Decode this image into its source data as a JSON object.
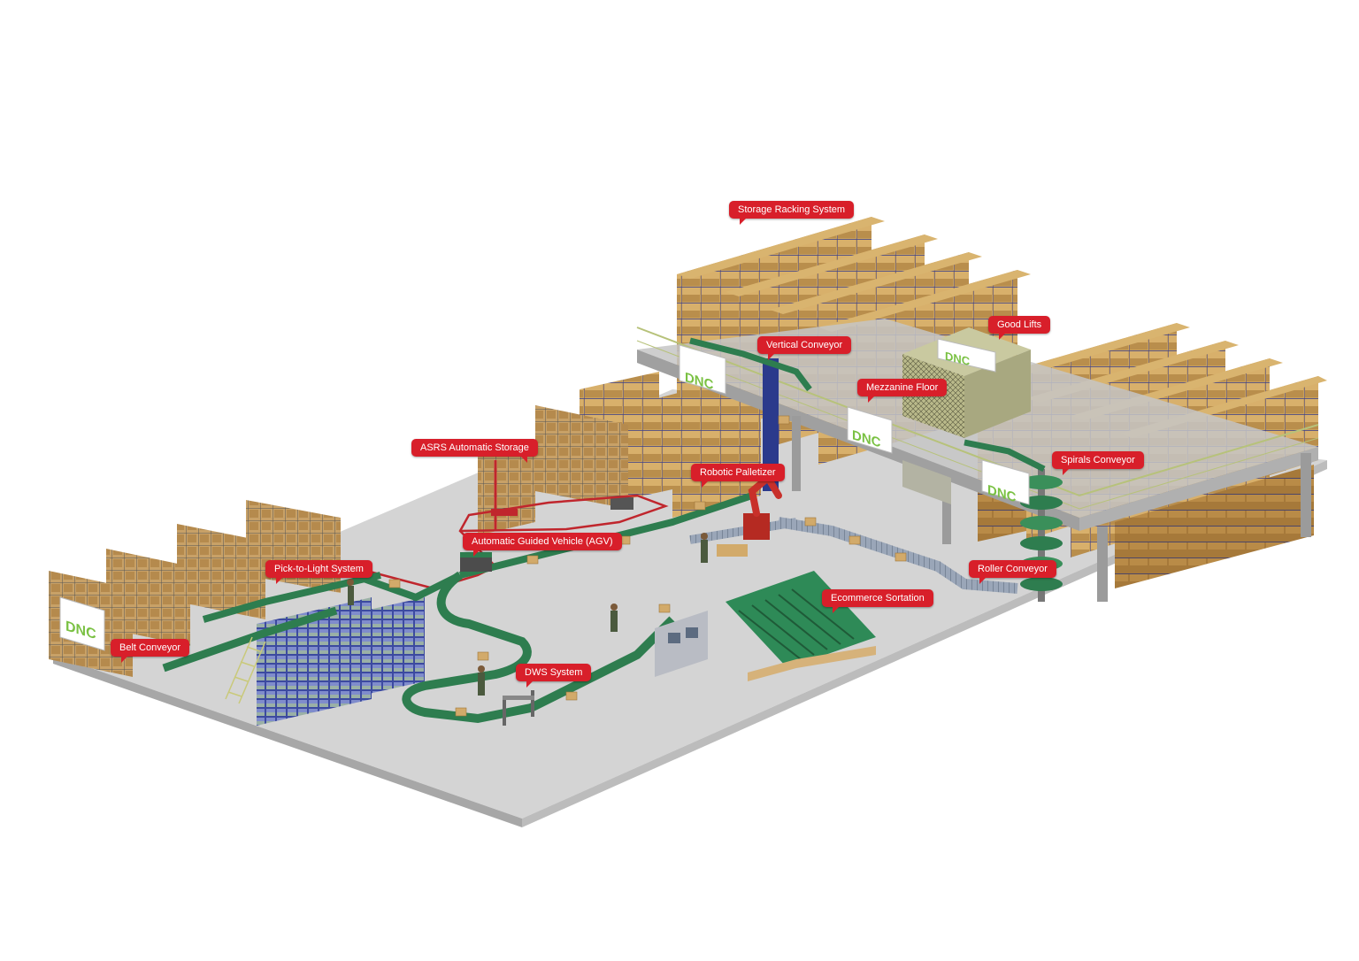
{
  "colors": {
    "callout_bg": "#d81f2a",
    "callout_text": "#ffffff",
    "floor": "#d4d4d4",
    "floor_edge": "#a7a7a7",
    "box": "#c9a15c",
    "box_dark": "#9e7639",
    "rack_frame": "#3a3f8f",
    "conveyor": "#2e7d4f",
    "conveyor_dark": "#1f5a38",
    "mezzanine": "#bdbdbd",
    "agv_path": "#c0262d",
    "logo_green": "#7ac143",
    "logo_gray": "#6d6e71"
  },
  "logo": {
    "text": "DNC"
  },
  "callouts": [
    {
      "id": "storage-racking-system",
      "label": "Storage Racking System"
    },
    {
      "id": "good-lifts",
      "label": "Good Lifts"
    },
    {
      "id": "vertical-conveyor",
      "label": "Vertical Conveyor"
    },
    {
      "id": "mezzanine-floor",
      "label": "Mezzanine Floor"
    },
    {
      "id": "asrs-automatic-storage",
      "label": "ASRS Automatic Storage"
    },
    {
      "id": "robotic-palletizer",
      "label": "Robotic Palletizer"
    },
    {
      "id": "spirals-conveyor",
      "label": "Spirals Conveyor"
    },
    {
      "id": "automatic-guided-vehicle",
      "label": "Automatic Guided Vehicle (AGV)"
    },
    {
      "id": "pick-to-light-system",
      "label": "Pick-to-Light System"
    },
    {
      "id": "roller-conveyor",
      "label": "Roller Conveyor"
    },
    {
      "id": "ecommerce-sortation",
      "label": "Ecommerce Sortation"
    },
    {
      "id": "belt-conveyor",
      "label": "Belt Conveyor"
    },
    {
      "id": "dws-system",
      "label": "DWS System"
    }
  ]
}
